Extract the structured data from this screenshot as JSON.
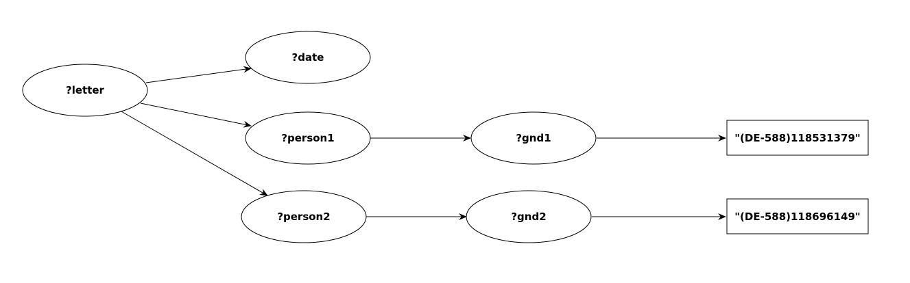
{
  "diagram": {
    "nodes": {
      "letter": "?letter",
      "date": "?date",
      "person1": "?person1",
      "person2": "?person2",
      "gnd1": "?gnd1",
      "gnd2": "?gnd2",
      "literal1": "\"(DE-588)118531379\"",
      "literal2": "\"(DE-588)118696149\""
    },
    "edges": [
      {
        "from": "letter",
        "to": "date"
      },
      {
        "from": "letter",
        "to": "person1"
      },
      {
        "from": "letter",
        "to": "person2"
      },
      {
        "from": "person1",
        "to": "gnd1"
      },
      {
        "from": "gnd1",
        "to": "literal1"
      },
      {
        "from": "person2",
        "to": "gnd2"
      },
      {
        "from": "gnd2",
        "to": "literal2"
      }
    ],
    "colors": {
      "stroke": "#000000",
      "fill": "#ffffff"
    }
  }
}
